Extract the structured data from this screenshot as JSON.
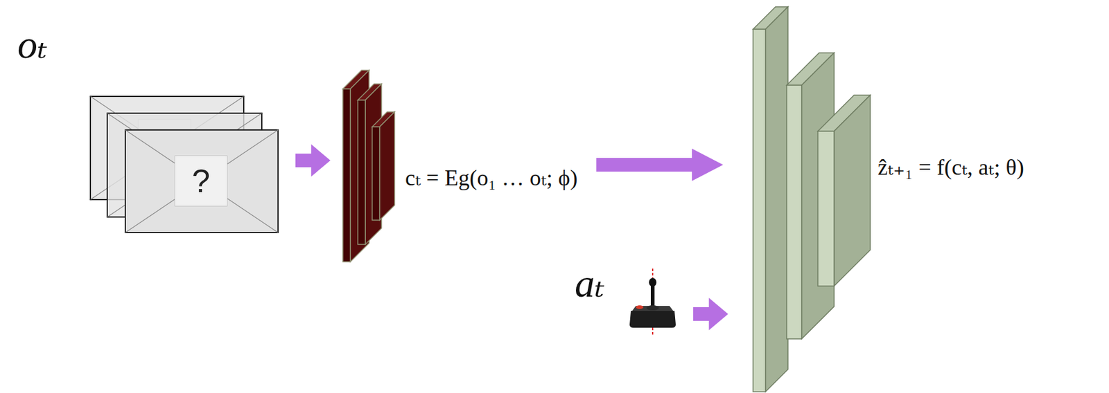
{
  "diagram": {
    "nodes": [
      {
        "text": [
          "oₜ"
        ]
      },
      {
        "text": [
          "?"
        ],
        "in": 0
      },
      {
        "text": [
          "cₜ = Eg(o₁ … oₜ; ϕ)"
        ]
      },
      {
        "text": [
          "aₜ"
        ]
      },
      {
        "text": [
          "ẑₜ₊₁ = f(cₜ, aₜ; θ)"
        ]
      }
    ],
    "edges": [
      {
        "from": 0,
        "to": 2,
        "arrow": "to"
      },
      {
        "from": 2,
        "to": 4,
        "arrow": "to"
      },
      {
        "from": 3,
        "to": 4,
        "arrow": "to"
      }
    ]
  }
}
